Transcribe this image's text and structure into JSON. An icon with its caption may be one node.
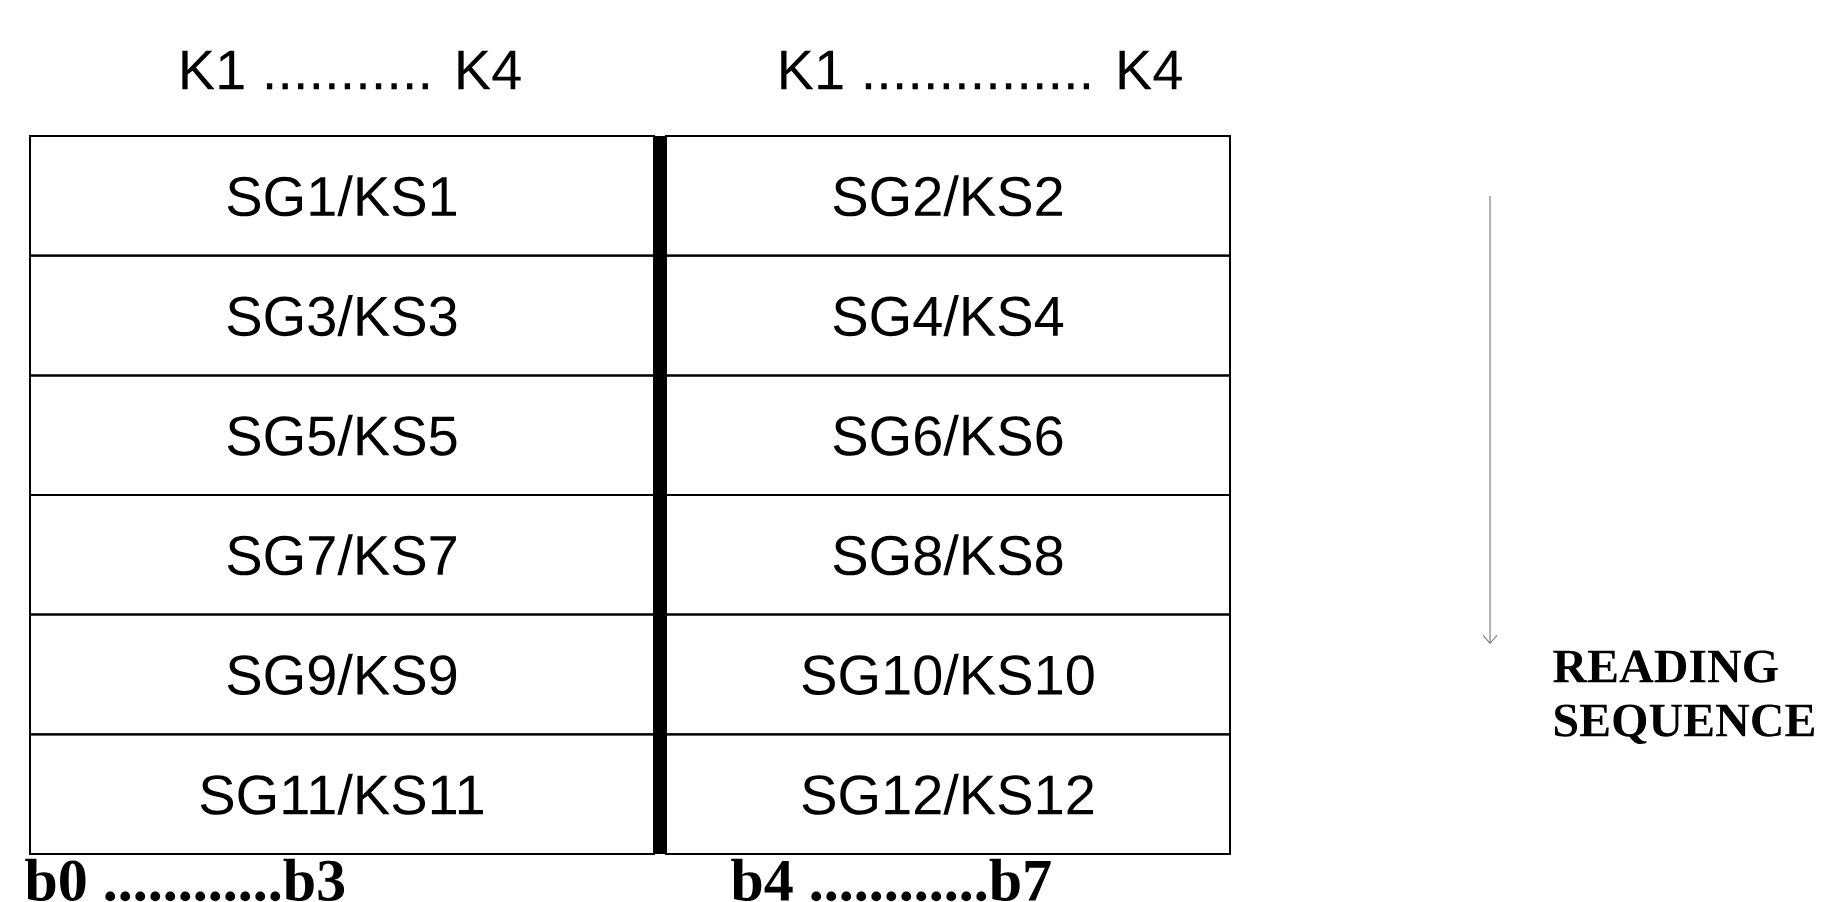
{
  "diagram": {
    "labels": [
      "K1 ........... K4",
      "K1 ............... K4",
      "SG1/KS1",
      "SG2/KS2",
      "SG3/KS3",
      "SG4/KS4",
      "SG5/KS5",
      "SG6/KS6",
      "SG7/KS7",
      "SG8/KS8",
      "SG9/KS9",
      "SG10/KS10",
      "SG11/KS11",
      "SG12/KS12",
      "READING SEQUENCE",
      "b0 ............b3",
      "b4 ............b7"
    ]
  }
}
